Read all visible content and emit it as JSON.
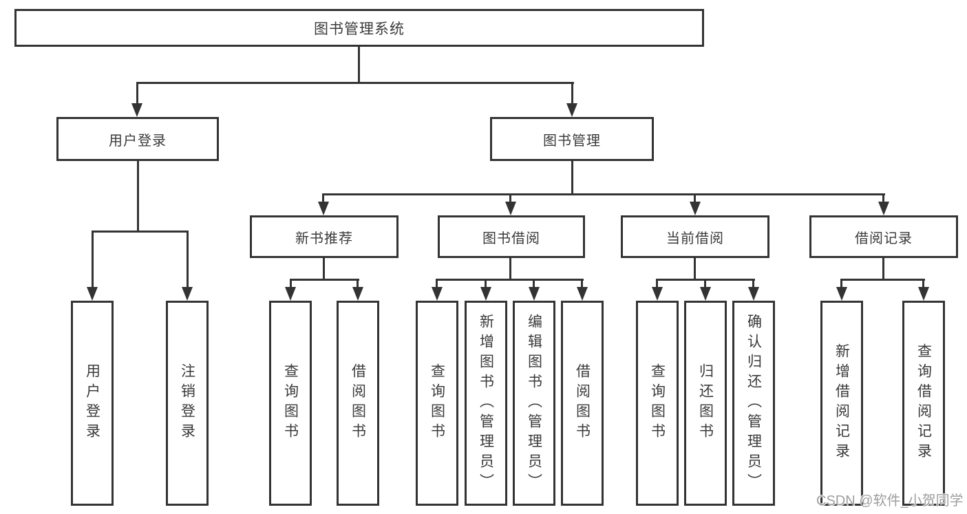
{
  "title": {
    "label": "图书管理系统"
  },
  "tree": {
    "user_login": {
      "label": "用户登录",
      "leaves": [
        {
          "label": "用户登录"
        },
        {
          "label": "注销登录"
        }
      ]
    },
    "book_mgmt": {
      "label": "图书管理",
      "groups": [
        {
          "label": "新书推荐",
          "leaves": [
            {
              "label": "查询图书"
            },
            {
              "label": "借阅图书"
            }
          ]
        },
        {
          "label": "图书借阅",
          "leaves": [
            {
              "label": "查询图书"
            },
            {
              "label": "新增图书（管理员）"
            },
            {
              "label": "编辑图书（管理员）"
            },
            {
              "label": "借阅图书"
            }
          ]
        },
        {
          "label": "当前借阅",
          "leaves": [
            {
              "label": "查询图书"
            },
            {
              "label": "归还图书"
            },
            {
              "label": "确认归还（管理员）"
            }
          ]
        },
        {
          "label": "借阅记录",
          "leaves": [
            {
              "label": "新增借阅记录"
            },
            {
              "label": "查询借阅记录"
            }
          ]
        }
      ]
    }
  },
  "watermark": {
    "text": "CSDN @软件_小贺同学"
  },
  "colors": {
    "line": "#333333",
    "text": "#3a3a3a",
    "watermark": "#9e9e9e",
    "background": "#ffffff"
  }
}
